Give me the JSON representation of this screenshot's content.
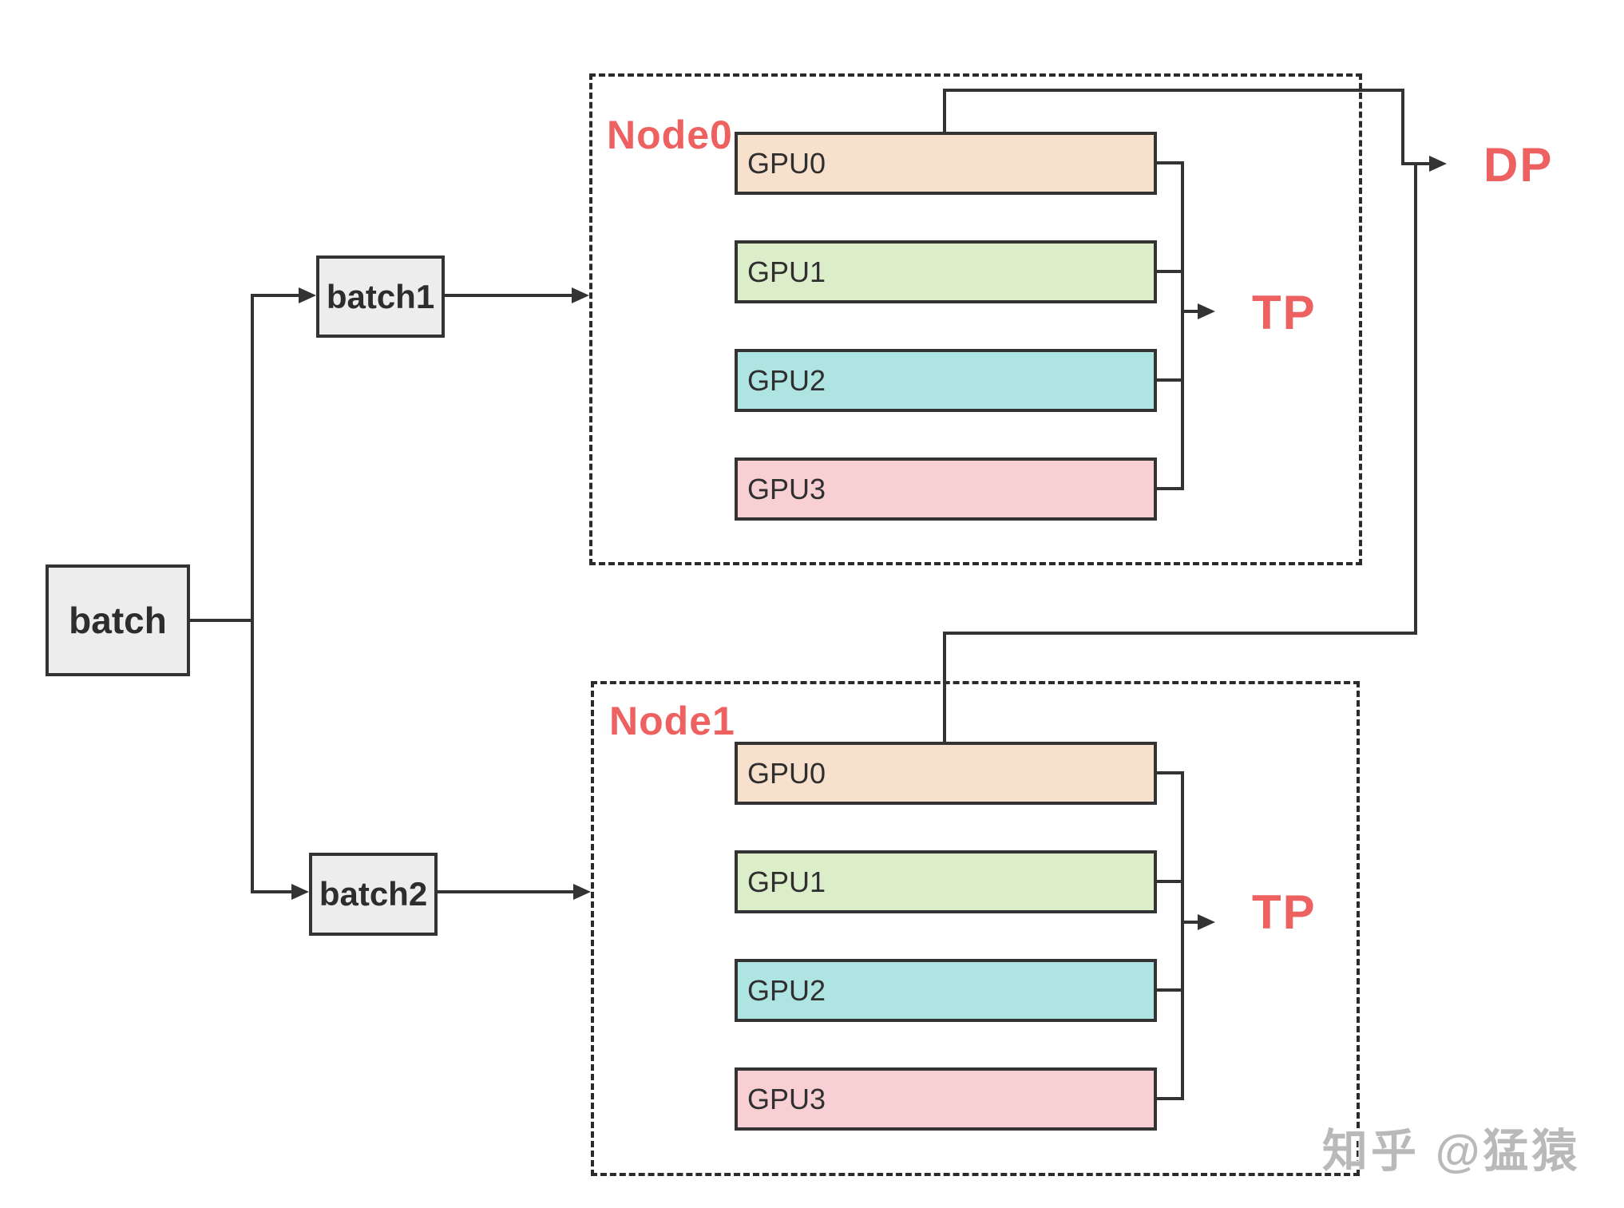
{
  "diagram": {
    "batch": {
      "label": "batch"
    },
    "batch1": {
      "label": "batch1"
    },
    "batch2": {
      "label": "batch2"
    },
    "node0": {
      "label": "Node0",
      "gpus": [
        "GPU0",
        "GPU1",
        "GPU2",
        "GPU3"
      ],
      "tp_label": "TP"
    },
    "node1": {
      "label": "Node1",
      "gpus": [
        "GPU0",
        "GPU1",
        "GPU2",
        "GPU3"
      ],
      "tp_label": "TP"
    },
    "dp_label": "DP",
    "watermark": "知乎 @猛猿",
    "colors": {
      "gpu0_fill": "#f8e1cc",
      "gpu1_fill": "#dcedc9",
      "gpu2_fill": "#aee4e1",
      "gpu3_fill": "#f8cfd3",
      "batch_fill": "#ededed",
      "line": "#333333",
      "accent_red": "#ee6161",
      "watermark_gray": "#b9b9b9"
    }
  }
}
